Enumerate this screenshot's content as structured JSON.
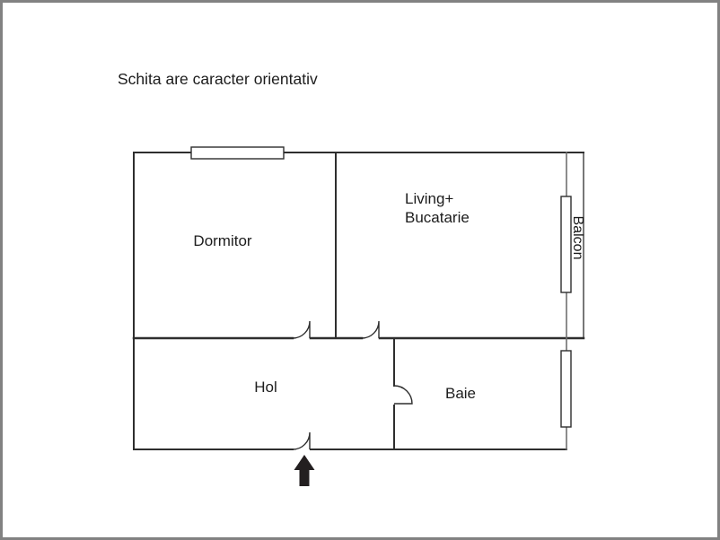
{
  "note": "Schita are caracter orientativ",
  "rooms": {
    "dormitor": "Dormitor",
    "living_line1": "Living+",
    "living_line2": "Bucatarie",
    "hol": "Hol",
    "baie": "Baie",
    "balcon": "Balcon"
  },
  "symbols": {
    "entrance_arrow": "up-arrow-entrance",
    "windows": [
      "dormitor-top-window",
      "balcon-window",
      "baie-window"
    ],
    "doors": [
      "dormitor-door",
      "living-door",
      "baie-door",
      "entrance-door"
    ]
  },
  "colors": {
    "background": "#ffffff",
    "frame": "#828282",
    "wall": "#2e2e2e",
    "wall_gray": "#6f6f6f",
    "text": "#1c1c1c",
    "arrow": "#231f20"
  }
}
